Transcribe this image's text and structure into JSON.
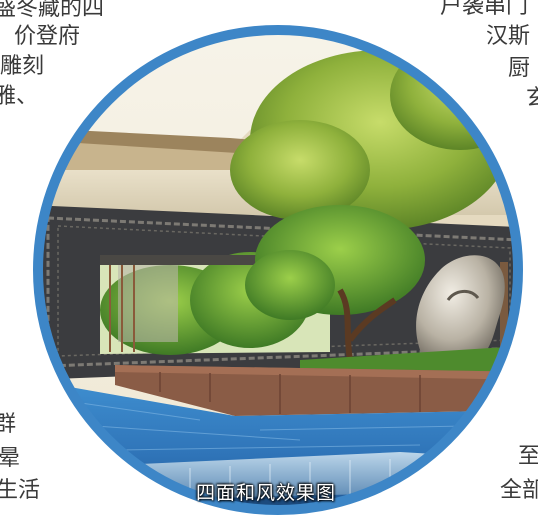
{
  "article": {
    "left_lines": [
      "盛冬藏的四",
      "价登府",
      "雕刻",
      "雅、",
      "群",
      "晕",
      "生活"
    ],
    "right_lines": [
      "户袭串门",
      "汉斯",
      "厨",
      "玄",
      "至",
      "全部"
    ]
  },
  "photo": {
    "caption": "四面和风效果图",
    "frame_color": "#3d86c7"
  }
}
